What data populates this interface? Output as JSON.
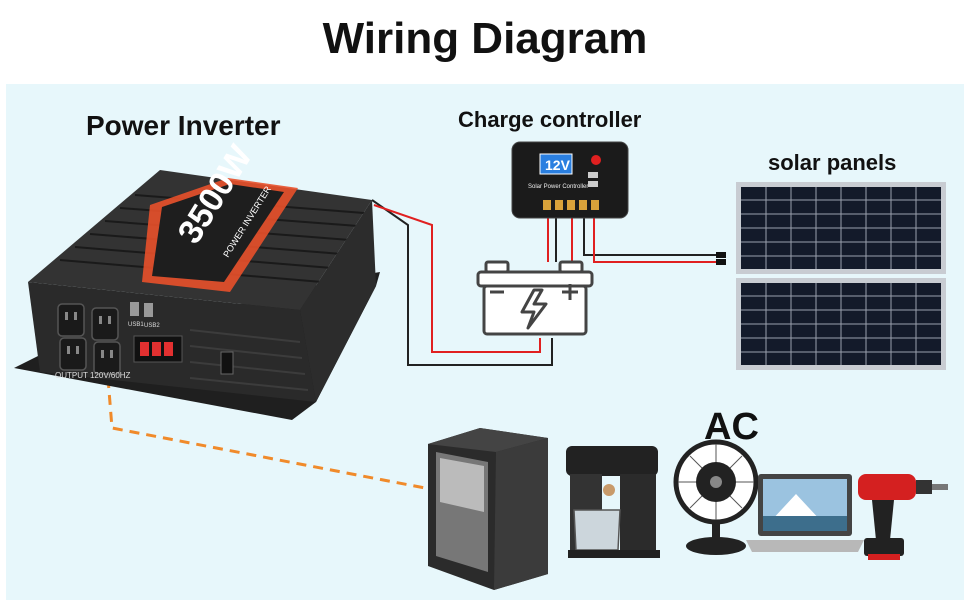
{
  "title": "Wiring Diagram",
  "labels": {
    "inverter": "Power Inverter",
    "charge_controller": "Charge controller",
    "solar_panels": "solar panels",
    "ac": "AC"
  },
  "inverter": {
    "brand_text": "3500W",
    "sub_text": "POWER INVERTER",
    "output_text": "OUTPUT 120V/60HZ",
    "usb1": "USB1",
    "usb2": "USB2"
  },
  "controller": {
    "voltage": "12V",
    "name": "Solar Power Controller"
  },
  "colors": {
    "background_panel": "#e7f7fb",
    "wire_red": "#e02020",
    "wire_black": "#222222",
    "ac_wire": "#f08a2a",
    "inverter_body": "#2a2a2a",
    "inverter_accent": "#e8502a"
  },
  "icons": [
    "battery-icon",
    "lightning-icon",
    "fridge-icon",
    "coffee-maker-icon",
    "fan-icon",
    "laptop-icon",
    "drill-icon"
  ]
}
